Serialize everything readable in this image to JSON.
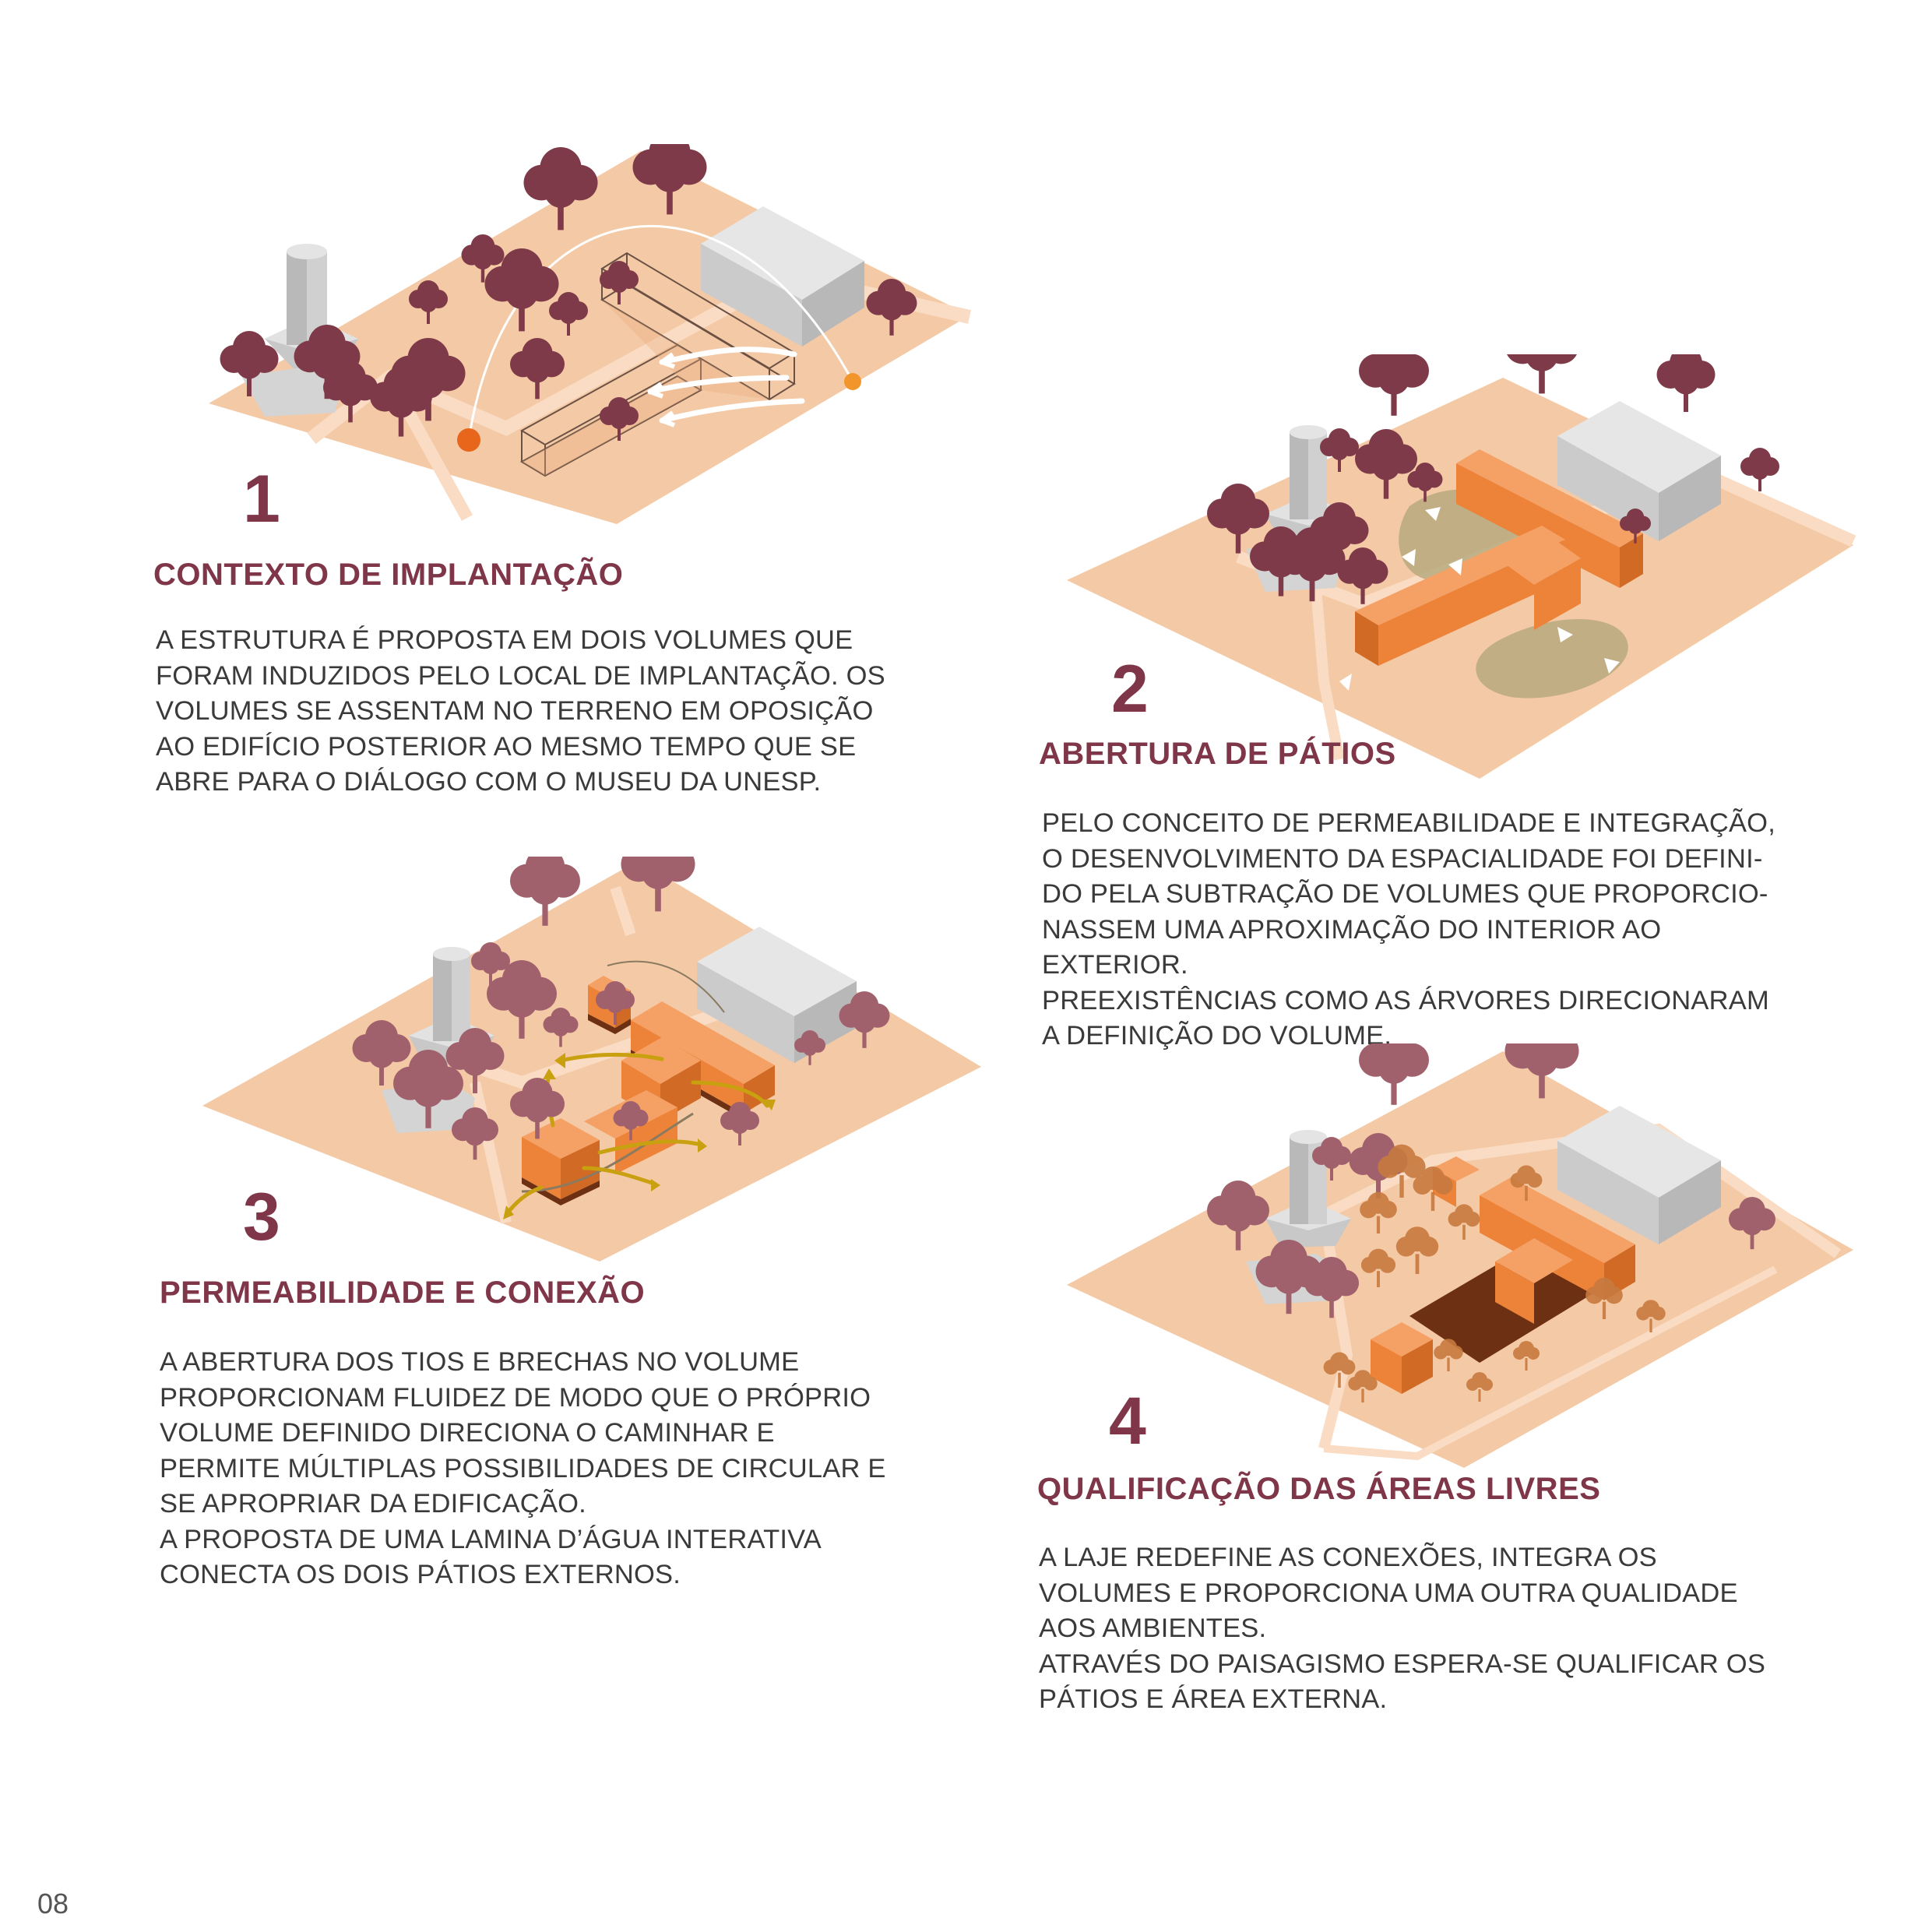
{
  "steps": [
    {
      "number": "1",
      "title": "CONTEXTO DE IMPLANTAÇÃO",
      "lines": [
        "A ESTRUTURA É PROPOSTA EM DOIS VOLUMES QUE",
        "FORAM INDUZIDOS PELO LOCAL DE IMPLANTAÇÃO. OS",
        "VOLUMES SE ASSENTAM NO TERRENO EM OPOSIÇÃO",
        "AO EDIFÍCIO POSTERIOR AO MESMO TEMPO QUE SE",
        "ABRE PARA O DIÁLOGO COM O MUSEU DA UNESP."
      ]
    },
    {
      "number": "2",
      "title": "ABERTURA DE PÁTIOS",
      "lines": [
        "PELO CONCEITO DE PERMEABILIDADE E INTEGRAÇÃO,",
        "O DESENVOLVIMENTO DA ESPACIALIDADE FOI DEFINI-",
        "DO PELA SUBTRAÇÃO DE VOLUMES QUE PROPORCIO-",
        "NASSEM UMA APROXIMAÇÃO DO INTERIOR AO",
        "EXTERIOR.",
        "PREEXISTÊNCIAS COMO AS ÁRVORES DIRECIONARAM",
        "A DEFINIÇÃO DO VOLUME."
      ]
    },
    {
      "number": "3",
      "title": "PERMEABILIDADE E CONEXÃO",
      "lines": [
        "A ABERTURA DOS TIOS E BRECHAS NO VOLUME",
        "PROPORCIONAM FLUIDEZ DE MODO QUE O PRÓPRIO",
        "VOLUME DEFINIDO DIRECIONA O CAMINHAR E",
        "PERMITE MÚLTIPLAS POSSIBILIDADES DE CIRCULAR E",
        "SE APROPRIAR DA EDIFICAÇÃO.",
        "A PROPOSTA DE UMA LAMINA D’ÁGUA INTERATIVA",
        "CONECTA OS DOIS PÁTIOS EXTERNOS."
      ]
    },
    {
      "number": "4",
      "title": "QUALIFICAÇÃO DAS ÁREAS LIVRES",
      "lines": [
        "A LAJE REDEFINE AS CONEXÕES, INTEGRA OS",
        "VOLUMES E PROPORCIONA UMA OUTRA QUALIDADE",
        "AOS AMBIENTES.",
        "ATRAVÉS DO PAISAGISMO ESPERA-SE QUALIFICAR OS",
        "PÁTIOS E ÁREA EXTERNA."
      ]
    }
  ],
  "page_number": "08",
  "colors": {
    "accent": "#7f3648",
    "text": "#3a3a3a",
    "ground": "#f4c9a5",
    "path": "#f9dcc3",
    "tree": "#7e3a48",
    "tree_faded": "#a0616c",
    "building_new": "#ec8339",
    "building_existing": "#d4d4d4",
    "patio": "#b4a87c",
    "slab": "#6e3012",
    "arrow": "#c9a010",
    "marker": "#e8661c"
  }
}
